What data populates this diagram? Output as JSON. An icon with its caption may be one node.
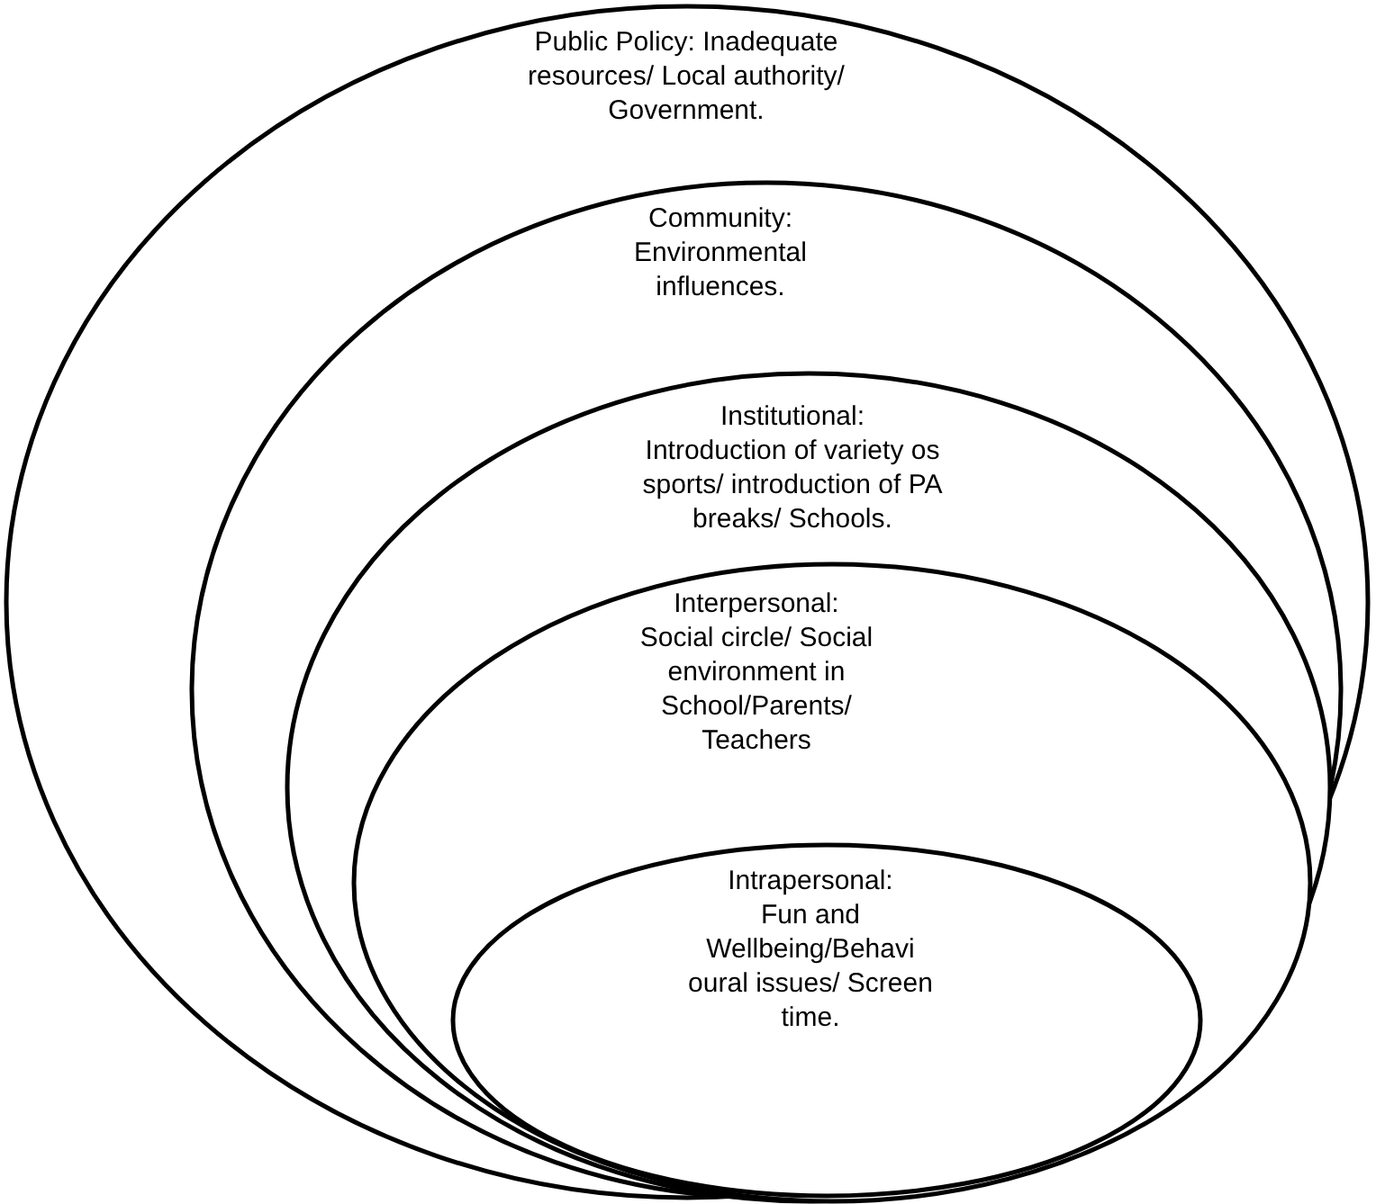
{
  "diagram": {
    "nodes": [
      {
        "text": [
          "Public Policy: Inadequate resources/ Local authority/ Government."
        ]
      },
      {
        "text": [
          "Community:",
          "Environmental influences."
        ],
        "in": 0
      },
      {
        "text": [
          "Institutional:",
          "Introduction of variety os sports/ introduction of PA breaks/ Schools."
        ],
        "in": 1
      },
      {
        "text": [
          "Interpersonal:",
          "Social circle/ Social environment in School/Parents/ Teachers"
        ],
        "in": 2
      },
      {
        "text": [
          "Intrapersonal:",
          "Fun and Wellbeing/Behavi oural issues/ Screen time."
        ],
        "in": 3
      }
    ]
  }
}
